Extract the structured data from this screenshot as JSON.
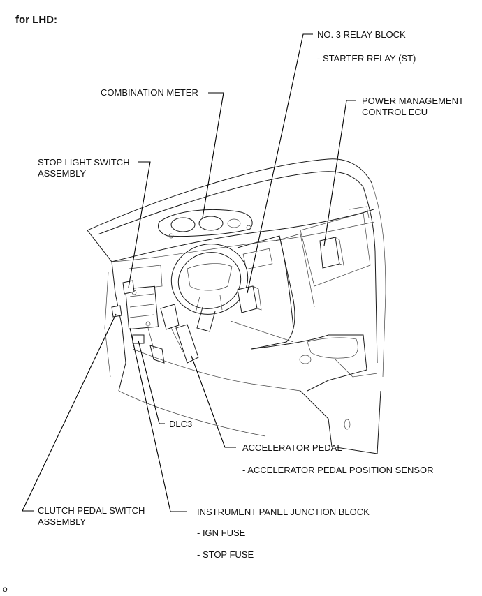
{
  "header": {
    "title": "for LHD:"
  },
  "labels": {
    "relay_block": "NO. 3 RELAY BLOCK",
    "relay_block_sub": "- STARTER RELAY (ST)",
    "combination_meter": "COMBINATION METER",
    "power_mgmt_1": "POWER MANAGEMENT",
    "power_mgmt_2": "CONTROL ECU",
    "stop_light_1": "STOP LIGHT SWITCH",
    "stop_light_2": "ASSEMBLY",
    "dlc3": "DLC3",
    "accel_pedal": "ACCELERATOR PEDAL",
    "accel_pedal_sub": "- ACCELERATOR PEDAL POSITION SENSOR",
    "clutch_1": "CLUTCH PEDAL SWITCH",
    "clutch_2": "ASSEMBLY",
    "ipjb": "INSTRUMENT PANEL JUNCTION BLOCK",
    "ipjb_sub1": "- IGN FUSE",
    "ipjb_sub2": "- STOP FUSE"
  },
  "footer": {
    "code": "o"
  }
}
